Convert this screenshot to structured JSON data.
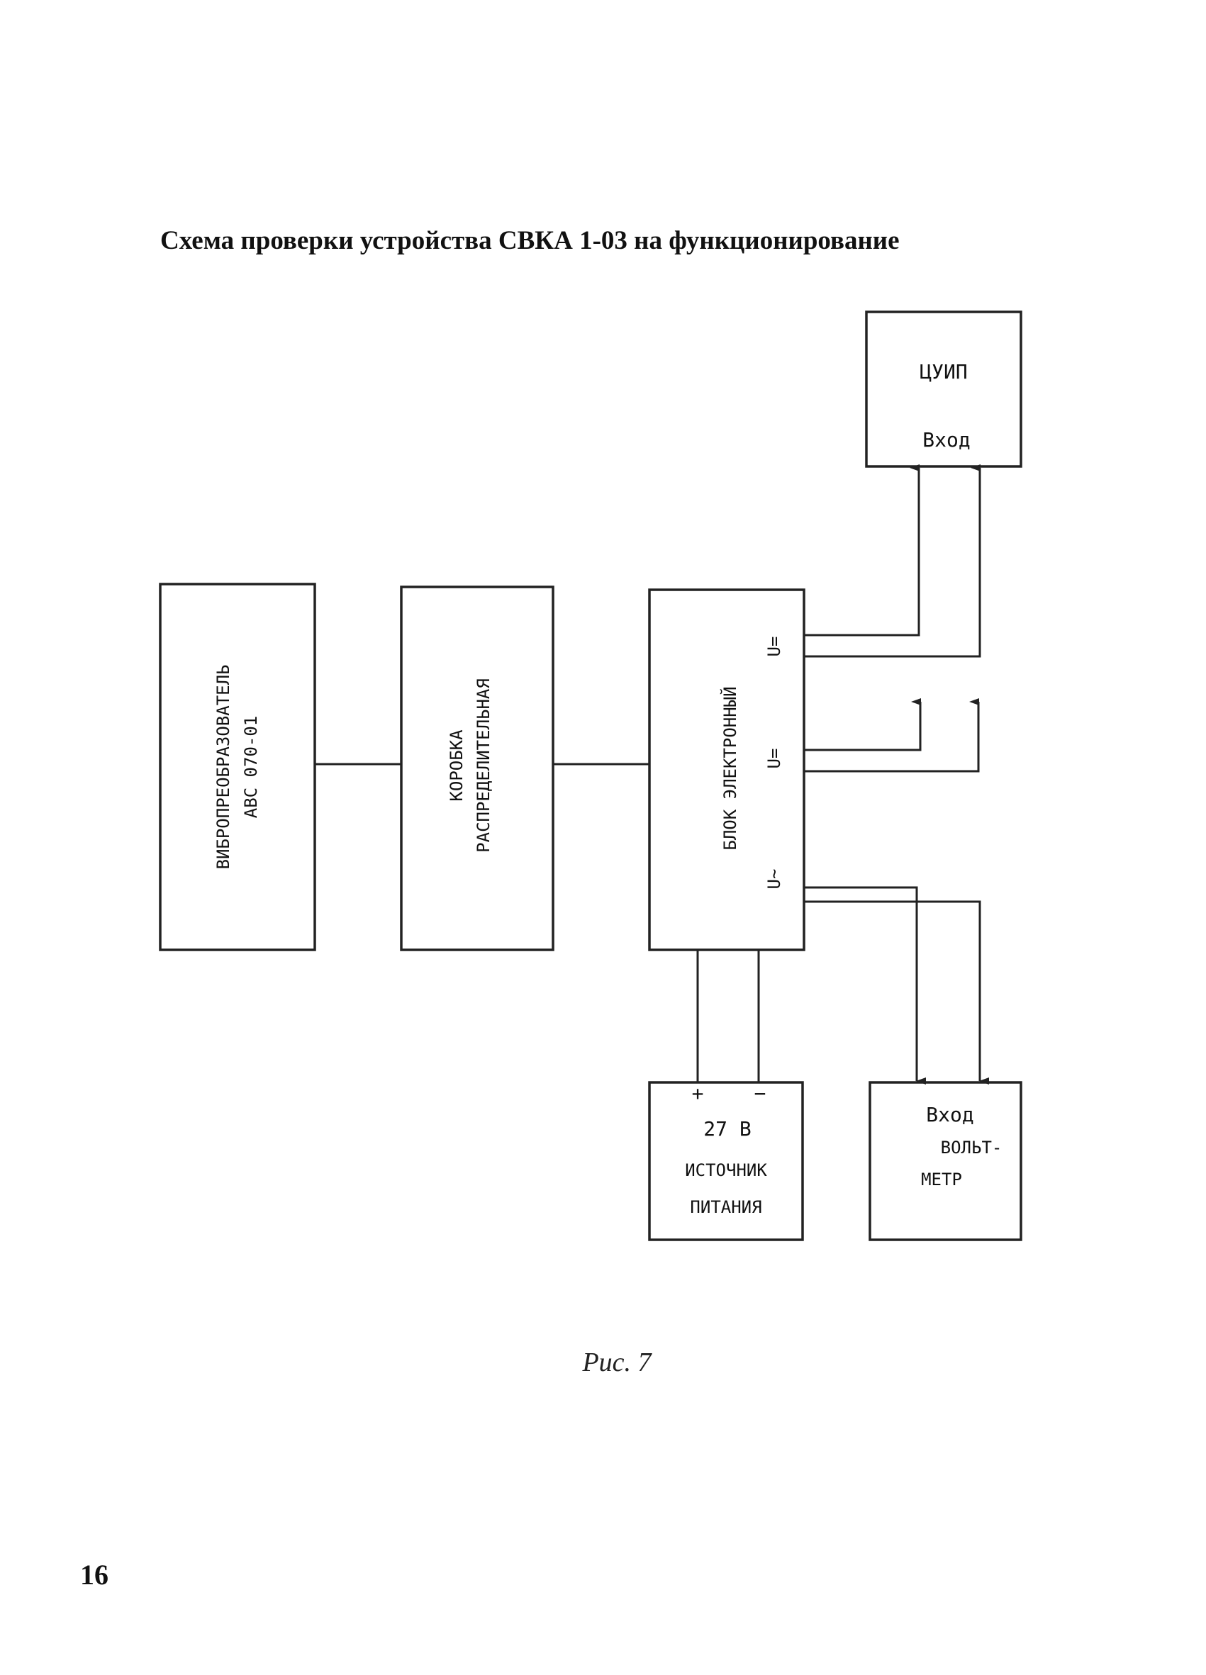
{
  "title": "Схема проверки устройства СВКА 1-03 на функционирование",
  "caption": "Рис. 7",
  "page_number": "16",
  "blocks": {
    "vibro": {
      "line1": "ВИБРОПРЕОБРАЗОВАТЕЛЬ",
      "line2": "АВС 070-01"
    },
    "korobka": {
      "line1": "КОРОБКА",
      "line2": "РАСПРЕДЕЛИТЕЛЬНАЯ"
    },
    "blok": {
      "label": "БЛОК ЭЛЕКТРОННЫЙ",
      "out1": "U=",
      "out2": "U=",
      "out3": "U~"
    },
    "tsuip": {
      "name": "ЦУИП",
      "input": "Вход"
    },
    "power": {
      "plus": "+",
      "minus": "−",
      "voltage": "27 В",
      "line1": "ИСТОЧНИК",
      "line2": "ПИТАНИЯ"
    },
    "voltmeter": {
      "input": "Вход",
      "line1": "ВОЛЬТ-",
      "line2": "МЕТР"
    }
  }
}
